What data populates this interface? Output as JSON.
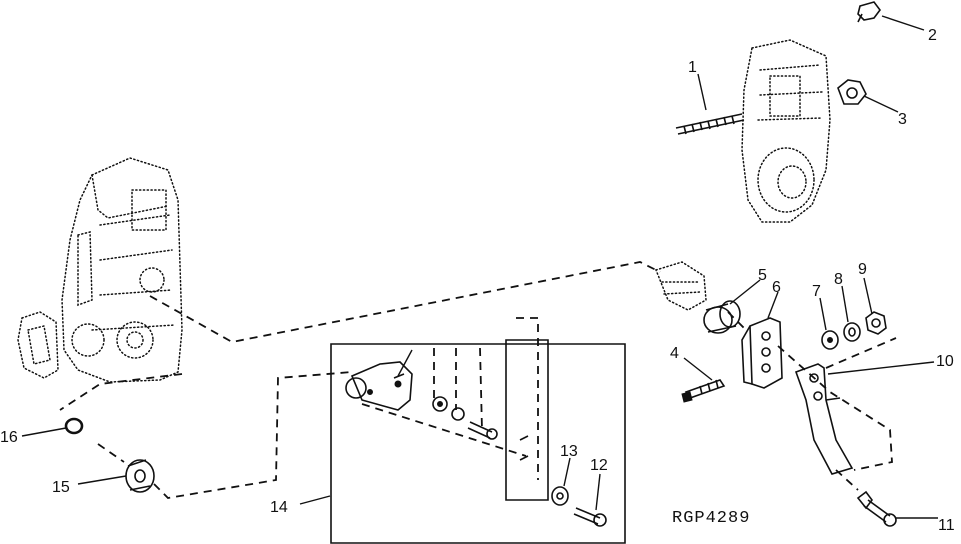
{
  "figure": {
    "reference_code": "RGP4289"
  },
  "callouts": [
    {
      "id": "1",
      "text": "1"
    },
    {
      "id": "2",
      "text": "2"
    },
    {
      "id": "3",
      "text": "3"
    },
    {
      "id": "4",
      "text": "4"
    },
    {
      "id": "5",
      "text": "5"
    },
    {
      "id": "6",
      "text": "6"
    },
    {
      "id": "7",
      "text": "7"
    },
    {
      "id": "8",
      "text": "8"
    },
    {
      "id": "9",
      "text": "9"
    },
    {
      "id": "10",
      "text": "10"
    },
    {
      "id": "11",
      "text": "11"
    },
    {
      "id": "12",
      "text": "12"
    },
    {
      "id": "13",
      "text": "13"
    },
    {
      "id": "14",
      "text": "14"
    },
    {
      "id": "15",
      "text": "15"
    },
    {
      "id": "16",
      "text": "16"
    }
  ]
}
